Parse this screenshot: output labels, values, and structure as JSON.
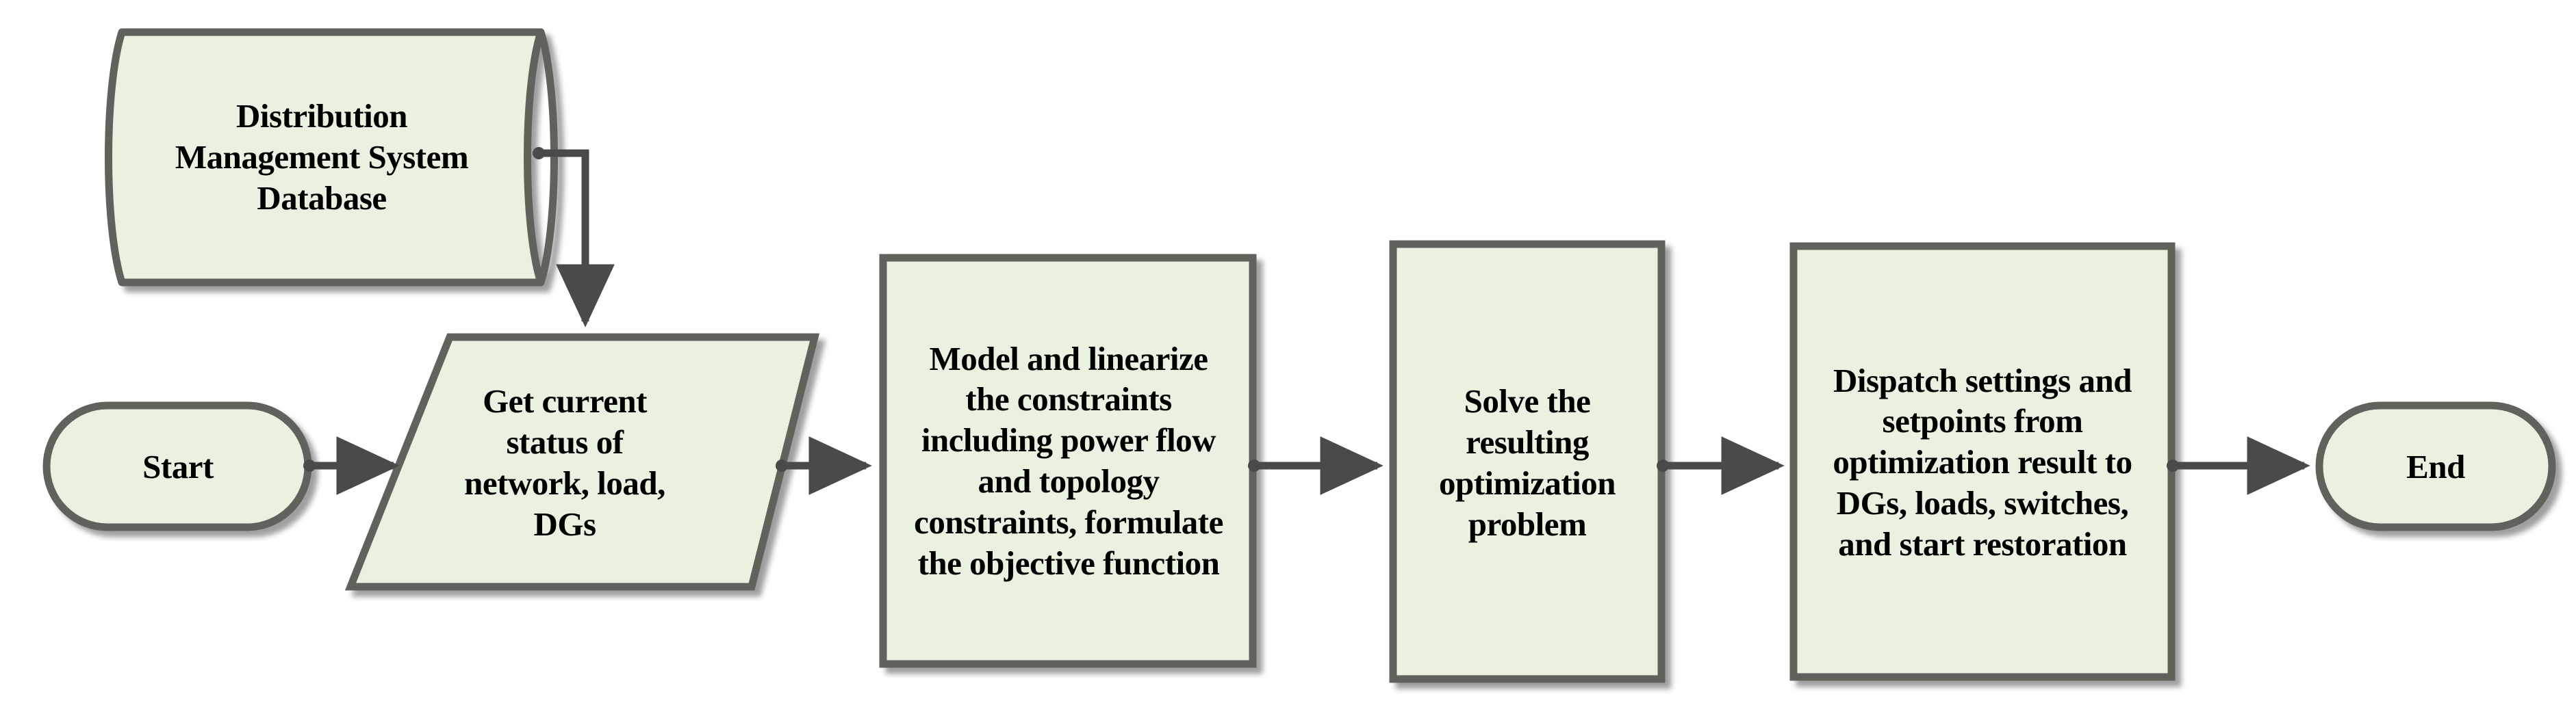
{
  "diagram": {
    "title": "Distribution system restoration optimization flowchart",
    "orientation": "left-to-right",
    "colors": {
      "node_fill": "#e9f2e0",
      "node_stroke": "#5e635c",
      "connector": "#4a4a4a",
      "shadow": "#9a9a9a",
      "text": "#000000",
      "background": "#ffffff"
    },
    "nodes": [
      {
        "id": "database",
        "shape": "cylinder",
        "label": "Distribution\nManagement System\nDatabase"
      },
      {
        "id": "start",
        "shape": "stadium",
        "label": "Start"
      },
      {
        "id": "get-status",
        "shape": "parallelogram",
        "label": "Get current\nstatus of\nnetwork, load,\nDGs"
      },
      {
        "id": "model-linearize",
        "shape": "rectangle",
        "label": "Model and linearize\nthe constraints\nincluding power flow\nand topology\nconstraints, formulate\nthe objective function"
      },
      {
        "id": "solve",
        "shape": "rectangle",
        "label": "Solve the\nresulting\noptimization\nproblem"
      },
      {
        "id": "dispatch",
        "shape": "rectangle",
        "label": "Dispatch settings and\nsetpoints from\noptimization result to\nDGs, loads, switches,\nand start restoration"
      },
      {
        "id": "end",
        "shape": "stadium",
        "label": "End"
      }
    ],
    "edges": [
      {
        "id": "db-to-get-status",
        "from": "database",
        "to": "get-status",
        "style": "elbow-down",
        "label": ""
      },
      {
        "id": "start-to-get-status",
        "from": "start",
        "to": "get-status",
        "style": "straight",
        "label": ""
      },
      {
        "id": "get-status-to-model",
        "from": "get-status",
        "to": "model-linearize",
        "style": "straight",
        "label": ""
      },
      {
        "id": "model-to-solve",
        "from": "model-linearize",
        "to": "solve",
        "style": "straight",
        "label": ""
      },
      {
        "id": "solve-to-dispatch",
        "from": "solve",
        "to": "dispatch",
        "style": "straight",
        "label": ""
      },
      {
        "id": "dispatch-to-end",
        "from": "dispatch",
        "to": "end",
        "style": "straight",
        "label": ""
      }
    ]
  }
}
